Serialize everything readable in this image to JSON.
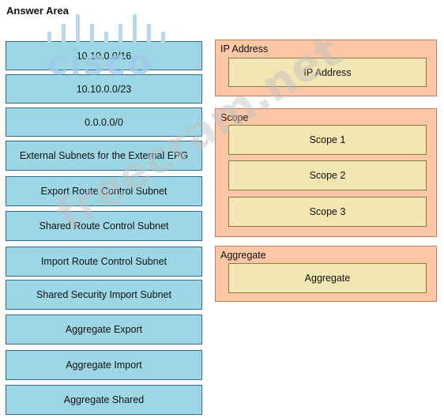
{
  "title": "Answer Area",
  "options": [
    "10.10.0.0/16",
    "10.10.0.0/23",
    "0.0.0.0/0",
    "External Subnets for the External EPG",
    "Export Route Control Subnet",
    "Shared Route Control Subnet",
    "Import Route Control Subnet",
    "Shared Security Import Subnet",
    "Aggregate Export",
    "Aggregate Import",
    "Aggregate Shared"
  ],
  "zones": {
    "ip": {
      "label": "IP Address",
      "slots": [
        "IP Address"
      ]
    },
    "scope": {
      "label": "Scope",
      "slots": [
        "Scope 1",
        "Scope 2",
        "Scope 3"
      ]
    },
    "aggregate": {
      "label": "Aggregate",
      "slots": [
        "Aggregate"
      ]
    }
  },
  "watermarks": {
    "logo": "cisco",
    "site": "freecram.net"
  },
  "colors": {
    "option_bg": "#9dd7e6",
    "zone_bg": "#fbc7a6",
    "slot_bg": "#f2e6b3"
  }
}
